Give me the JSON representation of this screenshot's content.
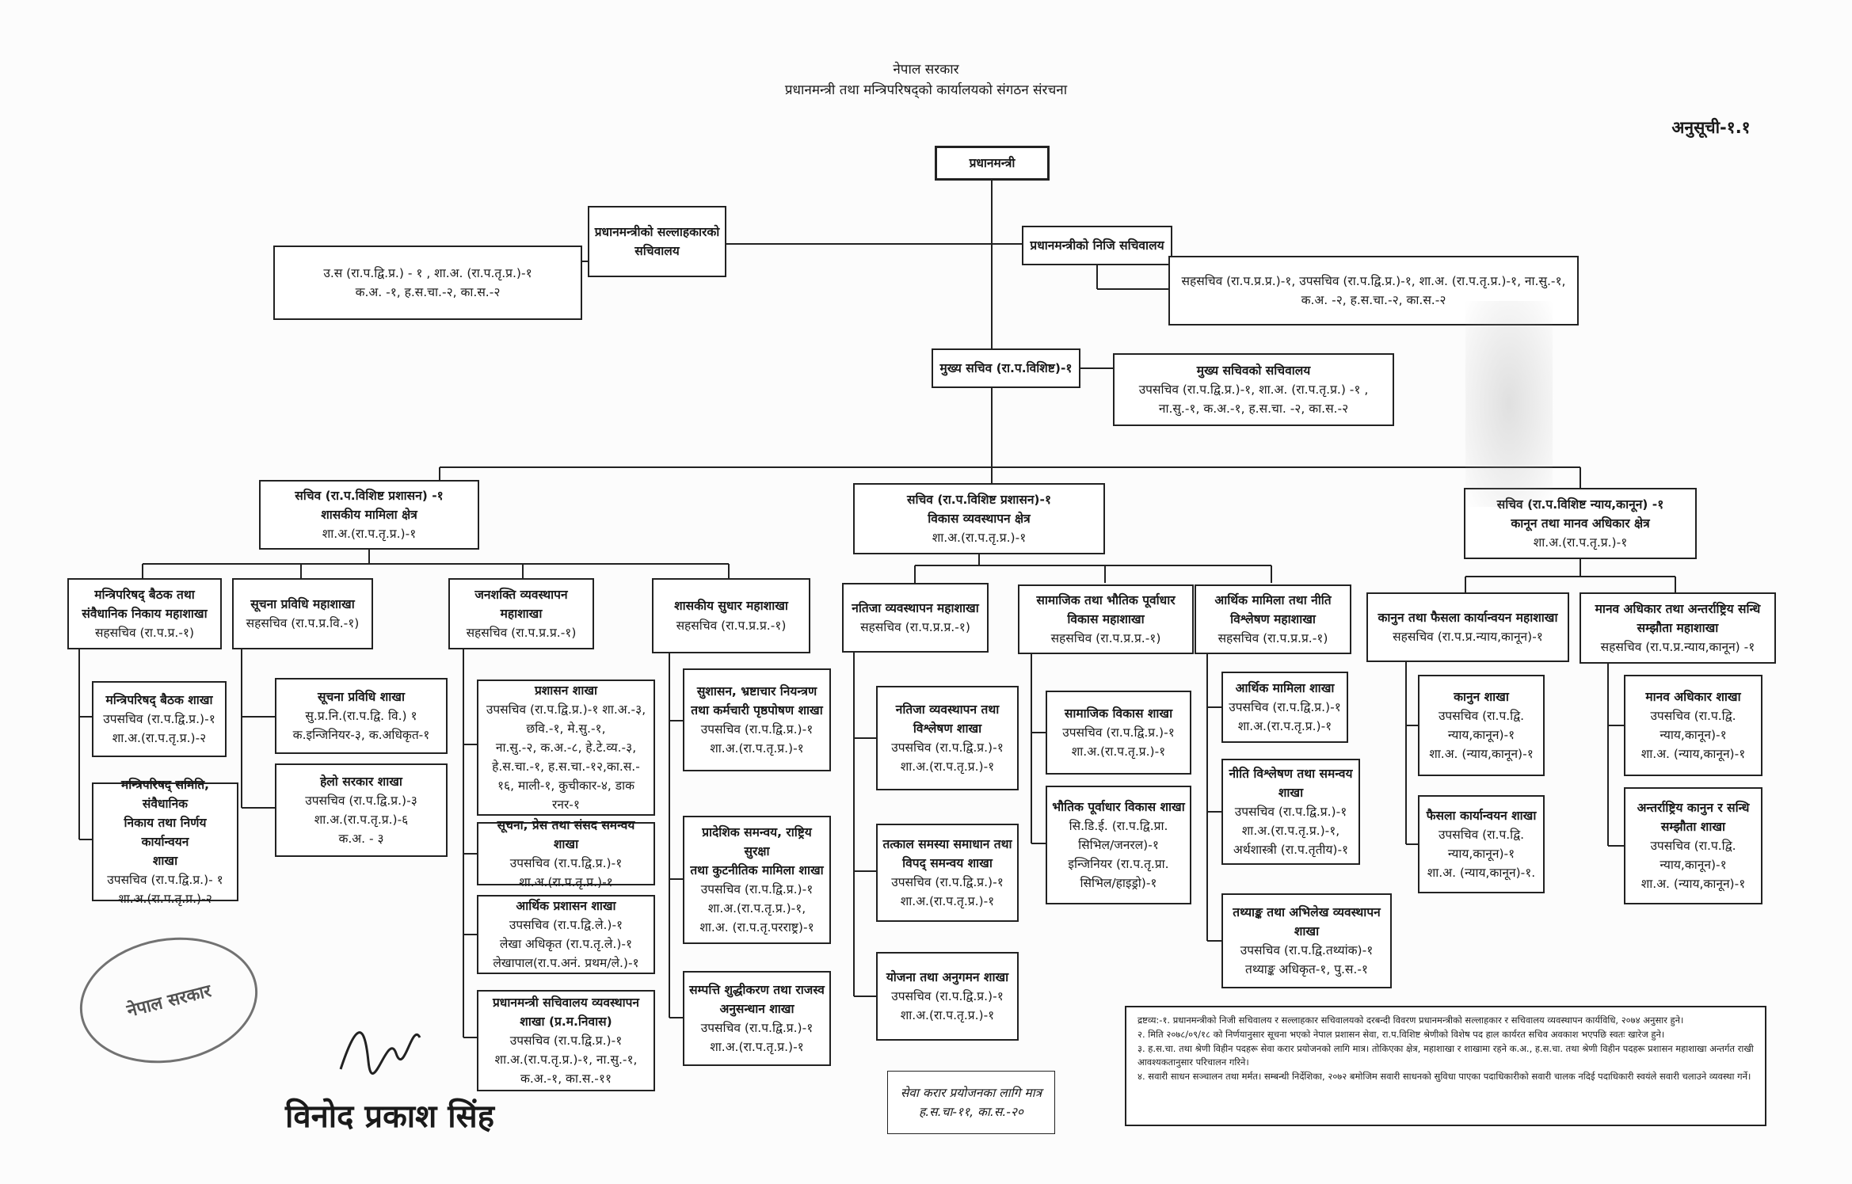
{
  "header": {
    "government": "नेपाल सरकार",
    "title": "प्रधानमन्त्री तथा मन्त्रिपरिषद्‌को कार्यालयको संगठन संरचना",
    "annex": "अनुसूची-१.१"
  },
  "chart": {
    "pm": {
      "title": "प्रधानमन्त्री"
    },
    "advisor": {
      "title": "प्रधानमन्त्रीको सल्लाहकारको\nसचिवालय"
    },
    "advisor_staff": {
      "detail": "उ.स (रा.प.द्वि.प्र.) - १ , शा.अ. (रा.प.तृ.प्र.)-१\nक.अ. -१, ह.स.चा.-२, का.स.-२"
    },
    "private": {
      "title": "प्रधानमन्त्रीको निजि सचिवालय"
    },
    "private_staff": {
      "detail": "सहसचिव (रा.प.प्र.प्र.)-१, उपसचिव (रा.प.द्वि.प्र.)-१, शा.अ. (रा.प.तृ.प्र.)-१, ना.सु.-१,\nक.अ. -२, ह.स.चा.-२, का.स.-२"
    },
    "chief": {
      "title": "मुख्य सचिव (रा.प.विशिष्ट)-१"
    },
    "chief_sec": {
      "title": "मुख्य सचिवको सचिवालय",
      "detail": "उपसचिव (रा.प.द्वि.प्र.)-१, शा.अ. (रा.प.तृ.प्र.) -१ ,\nना.सु.-१, क.अ.-१, ह.स.चा. -२, का.स.-२"
    },
    "sec1": {
      "title": "सचिव (रा.प.विशिष्ट प्रशासन) -१\nशासकीय मामिला क्षेत्र",
      "detail": "शा.अ.(रा.प.तृ.प्र.)-१"
    },
    "sec2": {
      "title": "सचिव (रा.प.विशिष्ट प्रशासन)-१\nविकास व्यवस्थापन क्षेत्र",
      "detail": "शा.अ.(रा.प.तृ.प्र.)-१"
    },
    "sec3": {
      "title": "सचिव (रा.प.विशिष्ट न्याय,कानून) -१\nकानून तथा मानव अधिकार क्षेत्र",
      "detail": "शा.अ.(रा.प.तृ.प्र.)-१"
    },
    "d1": {
      "title": "मन्त्रिपरिषद् बैठक तथा\nसंवैधानिक निकाय महाशाखा",
      "detail": "सहसचिव (रा.प.प्र.-१)"
    },
    "d2": {
      "title": "सूचना प्रविधि महाशाखा",
      "detail": "सहसचिव (रा.प.प्र.वि.-१)"
    },
    "d3": {
      "title": "जनशक्ति व्यवस्थापन महाशाखा",
      "detail": "सहसचिव (रा.प.प्र.प्र.-१)"
    },
    "d4": {
      "title": "शासकीय सुधार महाशाखा",
      "detail": "सहसचिव (रा.प.प्र.प्र.-१)"
    },
    "d5": {
      "title": "नतिजा व्यवस्थापन महाशाखा",
      "detail": "सहसचिव (रा.प.प्र.प्र.-१)"
    },
    "d6": {
      "title": "सामाजिक तथा भौतिक पूर्वाधार\nविकास महाशाखा",
      "detail": "सहसचिव (रा.प.प्र.प्र.-१)"
    },
    "d7": {
      "title": "आर्थिक मामिला तथा नीति\nविश्लेषण महाशाखा",
      "detail": "सहसचिव (रा.प.प्र.प्र.-१)"
    },
    "d8": {
      "title": "कानुन तथा फैसला कार्यान्वयन महाशाखा",
      "detail": "सहसचिव (रा.प.प्र.न्याय,कानून)-१"
    },
    "d9": {
      "title": "मानव अधिकार तथा अन्तर्राष्ट्रिय सन्धि\nसम्झौता महाशाखा",
      "detail": "सहसचिव (रा.प.प्र.न्याय,कानून) -१"
    },
    "s1a": {
      "title": "मन्त्रिपरिषद् बैठक शाखा",
      "detail": "उपसचिव (रा.प.द्वि.प्र.)-१\nशा.अ.(रा.प.तृ.प्र.)-२"
    },
    "s1b": {
      "title": "मन्त्रिपरिषद् समिति, संवैधानिक\nनिकाय तथा निर्णय कार्यान्वयन\nशाखा",
      "detail": "उपसचिव (रा.प.द्वि.प्र.)- १\nशा.अ.(रा.प.तृ.प्र.)-२"
    },
    "s2a": {
      "title": "सूचना प्रविधि शाखा",
      "detail": "सु.प्र.नि.(रा.प.द्वि. वि.) १\nक.इन्जिनियर-३, क.अधिकृत-१"
    },
    "s2b": {
      "title": "हेलो सरकार शाखा",
      "detail": "उपसचिव (रा.प.द्वि.प्र.)-३\nशा.अ.(रा.प.तृ.प्र.)-६\nक.अ. - ३"
    },
    "s3a": {
      "title": "प्रशासन शाखा",
      "detail": "उपसचिव (रा.प.द्वि.प्र.)-१ शा.अ.-३,\nछवि.-१, मे.सु.-१,\nना.सु.-२, क.अ.-८, हे.टे.व्य.-३,\nहे.स.चा.-१, ह.स.चा.-१२,का.स.-\n१६, माली-१, कुचीकार-४, डाक\nरनर-१"
    },
    "s3b": {
      "title": "सूचना, प्रेस तथा संसद समन्वय शाखा",
      "detail": "उपसचिव (रा.प.द्वि.प्र.)-१\nशा.अ.(रा.प.तृ.प्र.)-१"
    },
    "s3c": {
      "title": "आर्थिक प्रशासन शाखा",
      "detail": "उपसचिव (रा.प.द्वि.ले.)-१\nलेखा अधिकृत (रा.प.तृ.ले.)-१\nलेखापाल(रा.प.अनं. प्रथम/ले.)-१"
    },
    "s3d": {
      "title": "प्रधानमन्त्री सचिवालय व्यवस्थापन\nशाखा (प्र.म.निवास)",
      "detail": "उपसचिव (रा.प.द्वि.प्र.)-१\nशा.अ.(रा.प.तृ.प्र.)-१, ना.सु.-१,\nक.अ.-१, का.स.-११"
    },
    "s4a": {
      "title": "सुशासन, भ्रष्टाचार नियन्त्रण\nतथा कर्मचारी पृष्ठपोषण शाखा",
      "detail": "उपसचिव (रा.प.द्वि.प्र.)-१\nशा.अ.(रा.प.तृ.प्र.)-१"
    },
    "s4b": {
      "title": "प्रादेशिक समन्वय, राष्ट्रिय सुरक्षा\nतथा कुटनीतिक मामिला शाखा",
      "detail": "उपसचिव (रा.प.द्वि.प्र.)-१\nशा.अ.(रा.प.तृ.प्र.)-१,\nशा.अ. (रा.प.तृ.परराष्ट्र)-१"
    },
    "s4c": {
      "title": "सम्पत्ति शुद्धीकरण तथा राजस्व\nअनुसन्धान शाखा",
      "detail": "उपसचिव (रा.प.द्वि.प्र.)-१\nशा.अ.(रा.प.तृ.प्र.)-१"
    },
    "s5a": {
      "title": "नतिजा व्यवस्थापन तथा\nविश्लेषण शाखा",
      "detail": "उपसचिव (रा.प.द्वि.प्र.)-१\nशा.अ.(रा.प.तृ.प्र.)-१"
    },
    "s5b": {
      "title": "तत्काल समस्या समाधान तथा\nविपद् समन्वय शाखा",
      "detail": "उपसचिव (रा.प.द्वि.प्र.)-१\nशा.अ.(रा.प.तृ.प्र.)-१"
    },
    "s5c": {
      "title": "योजना तथा अनुगमन शाखा",
      "detail": "उपसचिव (रा.प.द्वि.प्र.)-१\nशा.अ.(रा.प.तृ.प्र.)-१"
    },
    "s6a": {
      "title": "सामाजिक विकास शाखा",
      "detail": "उपसचिव (रा.प.द्वि.प्र.)-१\nशा.अ.(रा.प.तृ.प्र.)-१"
    },
    "s6b": {
      "title": "भौतिक पूर्वाधार विकास शाखा",
      "detail": "सि.डि.ई. (रा.प.द्वि.प्रा.\nसिभिल/जनरल)-१\nइन्जिनियर (रा.प.तृ.प्रा.\nसिभिल/हाइड्रो)-१"
    },
    "s7a": {
      "title": "आर्थिक मामिला शाखा",
      "detail": "उपसचिव (रा.प.द्वि.प्र.)-१\nशा.अ.(रा.प.तृ.प्र.)-१"
    },
    "s7b": {
      "title": "नीति विश्लेषण तथा समन्वय\nशाखा",
      "detail": "उपसचिव (रा.प.द्वि.प्र.)-१\nशा.अ.(रा.प.तृ.प्र.)-१,\nअर्थशास्त्री (रा.प.तृतीय)-१"
    },
    "s7c": {
      "title": "तथ्याङ्क तथा अभिलेख व्यवस्थापन\nशाखा",
      "detail": "उपसचिव (रा.प.द्वि.तथ्यांक)-१\nतथ्याङ्क अधिकृत-१, पु.स.-१"
    },
    "s8a": {
      "title": "कानुन शाखा",
      "detail": "उपसचिव (रा.प.द्वि.\nन्याय,कानून)-१\nशा.अ. (न्याय,कानून)-१"
    },
    "s8b": {
      "title": "फैसला कार्यान्वयन शाखा",
      "detail": "उपसचिव (रा.प.द्वि.\nन्याय,कानून)-१\nशा.अ. (न्याय,कानून)-१."
    },
    "s9a": {
      "title": "मानव अधिकार शाखा",
      "detail": "उपसचिव (रा.प.द्वि.\nन्याय,कानून)-१\nशा.अ. (न्याय,कानून)-१"
    },
    "s9b": {
      "title": "अन्तर्राष्ट्रिय कानुन र सन्धि\nसम्झौता शाखा",
      "detail": "उपसचिव (रा.प.द्वि.\nन्याय,कानून)-१\nशा.अ. (न्याय,कानून)-१"
    },
    "contract": {
      "title": "सेवा करार प्रयोजनका लागि मात्र",
      "detail": "ह.स.चा-११, का.स.-२०"
    }
  },
  "notes": {
    "lines": [
      "द्रष्टव्य:-१. प्रधानमन्त्रीको निजी सचिवालय र सल्लाहकार सचिवालयको दरबन्दी विवरण प्रधानमन्त्रीको सल्लाहकार र सचिवालय व्यवस्थापन कार्यविधि, २०७४ अनुसार हुने।",
      "२. मिति २०७८/०९/१८ को निर्णयानुसार सूचना भएको नेपाल प्रशासन सेवा, रा.प.विशिष्ट श्रेणीको विशेष पद हाल कार्यरत सचिव अवकाश भएपछि स्वतः खारेज हुने।",
      "३. ह.स.चा. तथा श्रेणी विहीन पदहरू सेवा करार प्रयोजनको लागि मात्र। तोकिएका क्षेत्र, महाशाखा र शाखामा रहने क.अ., ह.स.चा. तथा श्रेणी विहीन पदहरू प्रशासन महाशाखा अन्तर्गत राखी आवश्यकतानुसार परिचालन गरिने।",
      "४. सवारी साधन सञ्चालन तथा मर्मत। सम्बन्धी निर्देशिका, २०७२ बमोजिम सवारी साधनको सुविधा पाएका पदाधिकारीको सवारी चालक नदिई पदाधिकारी स्वयंले सवारी चलाउने व्यवस्था गर्ने।"
    ]
  },
  "seal": {
    "text": "नेपाल सरकार"
  },
  "signature": {
    "name": "विनोद प्रकाश सिंह"
  }
}
